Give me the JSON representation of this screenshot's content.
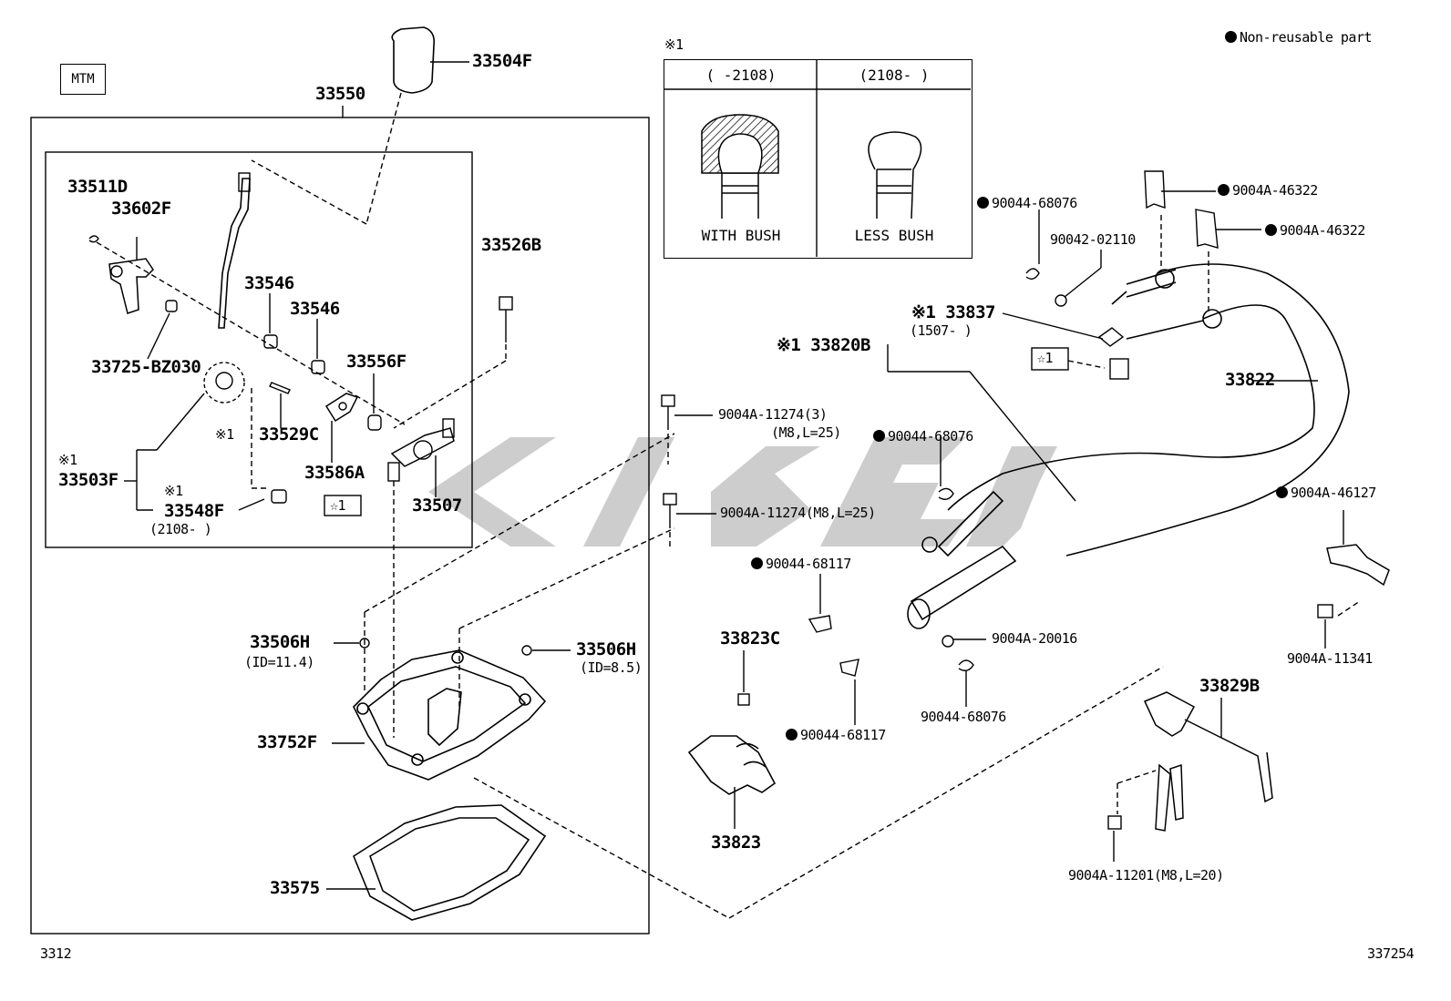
{
  "legend": {
    "non_reusable": "Non-reusable part"
  },
  "variant_box": "MTM",
  "footer": {
    "left": "3312",
    "right": "337254"
  },
  "note_table": {
    "mark": "※1",
    "col1_header": "(    -2108)",
    "col2_header": "(2108-    )",
    "col1_caption": "WITH BUSH",
    "col2_caption": "LESS BUSH"
  },
  "labels": {
    "l33504F": "33504F",
    "l33550": "33550",
    "l33511D": "33511D",
    "l33602F": "33602F",
    "l33546a": "33546",
    "l33546b": "33546",
    "l33526B": "33526B",
    "l33556F": "33556F",
    "l33725": "33725-BZ030",
    "l33529C": "33529C",
    "mark1": "※1",
    "l33503F_mark": "※1",
    "l33503F": "33503F",
    "l33586A": "33586A",
    "l33507": "33507",
    "l33548F_mark": "※1",
    "l33548F": "33548F",
    "l33548F_range": "(2108-     )",
    "star1_a": "☆1",
    "l33506H_l": "33506H",
    "l33506H_l_id": "(ID=11.4)",
    "l33506H_r": "33506H",
    "l33506H_r_id": "(ID=8.5)",
    "l33752F": "33752F",
    "l33575": "33575",
    "l9004A_11274_3": "9004A-11274(3)",
    "l9004A_11274_3_sub": "(M8,L=25)",
    "l9004A_11274": "9004A-11274(M8,L=25)",
    "l90044_68117_a": "90044-68117",
    "l90044_68117_b": "90044-68117",
    "l33823C": "33823C",
    "l33823": "33823",
    "l90044_68076_top": "90044-68076",
    "l90042_02110": "90042-02110",
    "l9004A_46322_a": "9004A-46322",
    "l9004A_46322_b": "9004A-46322",
    "l33837": "※1 33837",
    "l33837_range": "(1507-     )",
    "l33820B": "※1 33820B",
    "star1_b": "☆1",
    "l33822": "33822",
    "l90044_68076_mid": "90044-68076",
    "l9004A_20016": "9004A-20016",
    "l90044_68076_bot": "90044-68076",
    "l9004A_46127": "9004A-46127",
    "l9004A_11341": "9004A-11341",
    "l33829B": "33829B",
    "l9004A_11201": "9004A-11201(M8,L=20)"
  }
}
